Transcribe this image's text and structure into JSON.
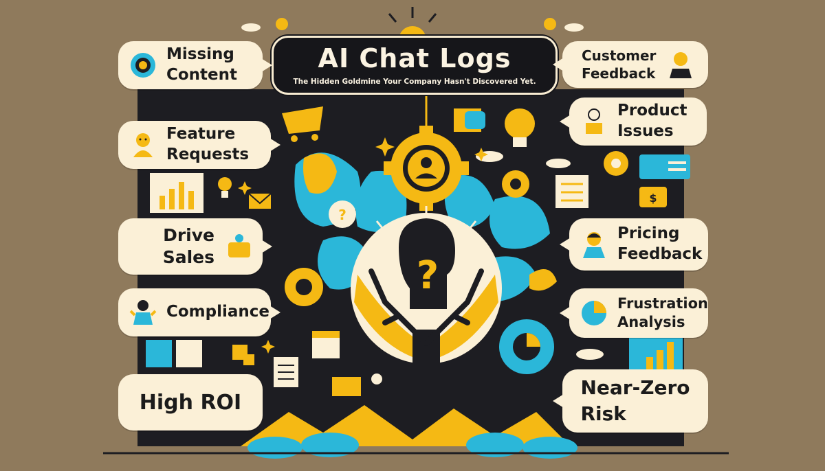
{
  "title": "AI Chat Logs",
  "subtitle": "The Hidden Goldmine Your Company Hasn't Discovered Yet.",
  "left_items": [
    {
      "line1": "Missing",
      "line2": "Content",
      "icon": "target-icon"
    },
    {
      "line1": "Feature",
      "line2": "Requests",
      "icon": "person-icon"
    },
    {
      "line1": "Drive",
      "line2": "Sales",
      "icon": "wallet-icon"
    },
    {
      "line1": "Compliance",
      "line2": "",
      "icon": "worker-icon"
    },
    {
      "line1": "High ROI",
      "line2": "",
      "icon": ""
    }
  ],
  "right_items": [
    {
      "line1": "Customer",
      "line2": "Feedback",
      "icon": "customer-icon"
    },
    {
      "line1": "Product",
      "line2": "Issues",
      "icon": "support-agent-icon"
    },
    {
      "line1": "Pricing",
      "line2": "Feedback",
      "icon": "woman-icon"
    },
    {
      "line1": "Frustration",
      "line2": "Analysis",
      "icon": "globe-icon"
    },
    {
      "line1": "Near-Zero",
      "line2": "Risk",
      "icon": ""
    }
  ],
  "center_symbol": "?",
  "colors": {
    "background": "#8f7a5c",
    "panel": "#1d1d22",
    "bubble": "#fbf0d7",
    "yellow": "#f5b914",
    "cyan": "#2bb7d9",
    "text": "#1b1b1b"
  }
}
